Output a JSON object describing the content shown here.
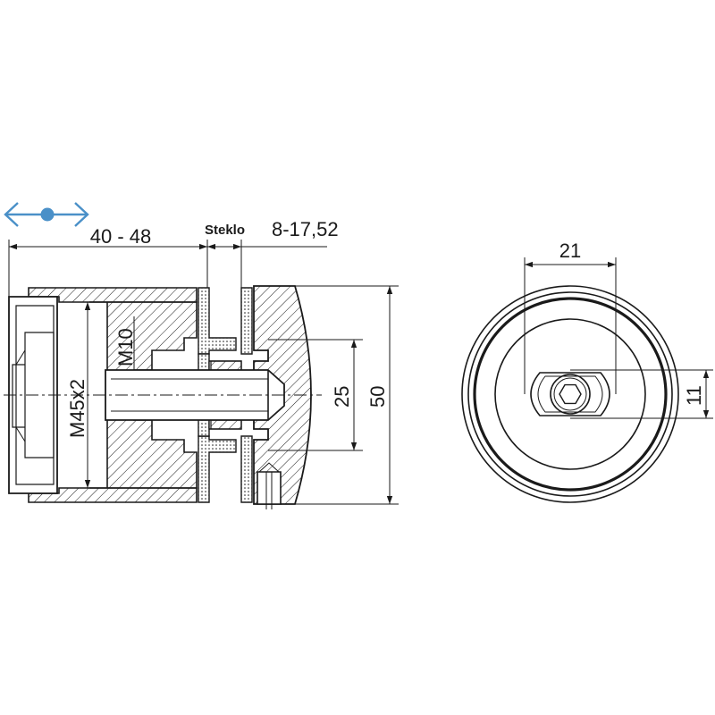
{
  "labels": {
    "adjust_range": "40 - 48",
    "glass_label": "Steklo",
    "glass_range": "8-17,52",
    "thread_main": "M45x2",
    "thread_bolt": "M10",
    "dim_25": "25",
    "dim_50": "50",
    "dim_21": "21",
    "dim_11": "11"
  },
  "colors": {
    "line": "#1a1a1a",
    "adjust_arrow": "#4a90c8"
  },
  "icons": {
    "adjust_indicator": "double-arrow-icon",
    "socket": "hex-socket-icon"
  }
}
